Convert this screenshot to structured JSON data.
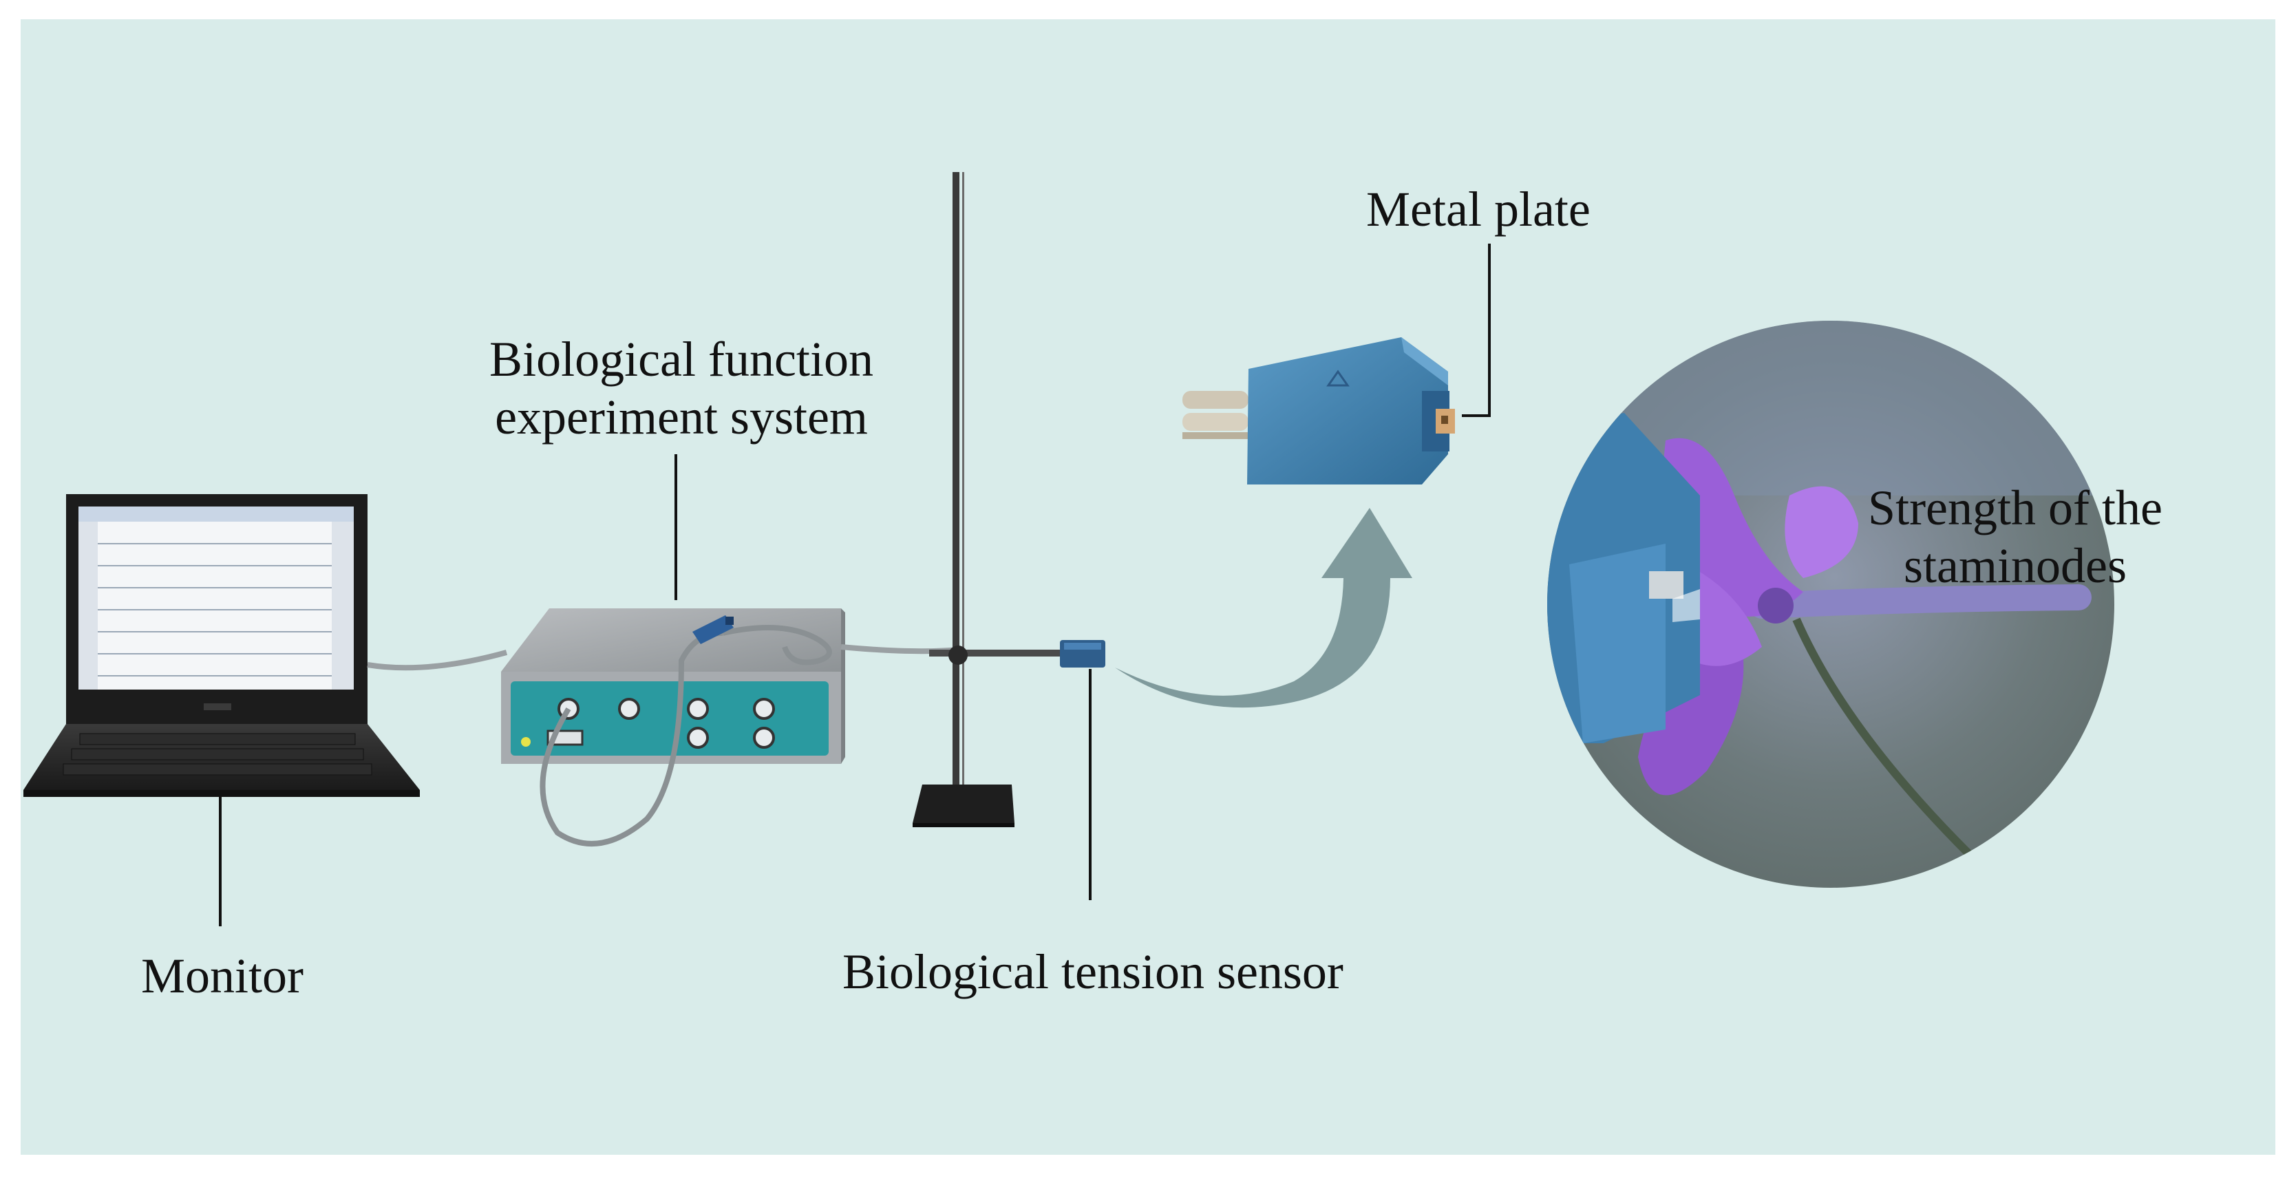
{
  "labels": {
    "metal_plate": "Metal plate",
    "bio_system_line1": "Biological function",
    "bio_system_line2": "experiment system",
    "staminodes_line1": "Strength of the",
    "staminodes_line2": "staminodes",
    "monitor": "Monitor",
    "sensor": "Biological tension sensor"
  },
  "colors": {
    "background": "#d9ecea",
    "sensor_blue": "#3f7fae",
    "device_panel": "#2a9aa0",
    "arrow": "#7f9a9c",
    "flower_purple": "#9a5fd8"
  },
  "icons": {
    "laptop": "laptop-icon",
    "device": "experiment-box-icon",
    "stand": "lab-stand-icon",
    "sensor": "tension-sensor-icon",
    "arrow": "curved-arrow-icon"
  }
}
